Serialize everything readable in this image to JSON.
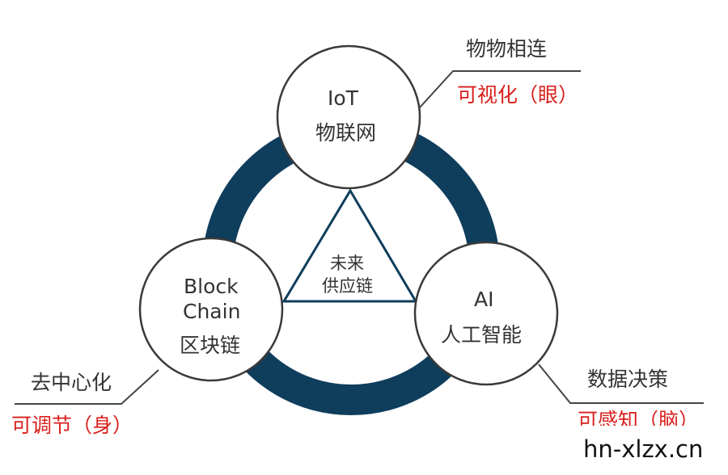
{
  "colors": {
    "ring": "#0f3d5c",
    "circle_stroke": "#3a3a3a",
    "text": "#333333",
    "highlight": "#d9201d",
    "leader_line": "#444444"
  },
  "nodes": {
    "iot": {
      "title": "IoT",
      "subtitle": "物联网"
    },
    "blockchain": {
      "title_line1": "Block",
      "title_line2": "Chain",
      "subtitle": "区块链"
    },
    "ai": {
      "title": "AI",
      "subtitle": "人工智能"
    }
  },
  "center": {
    "line1": "未来",
    "line2": "供应链"
  },
  "callouts": {
    "iot": {
      "label": "物物相连",
      "role": "可视化（眼）"
    },
    "blockchain": {
      "label": "去中心化",
      "role": "可调节（身）"
    },
    "ai": {
      "label": "数据决策",
      "role": "可感知（脑）"
    }
  },
  "watermark": "hn-xlzx.cn"
}
